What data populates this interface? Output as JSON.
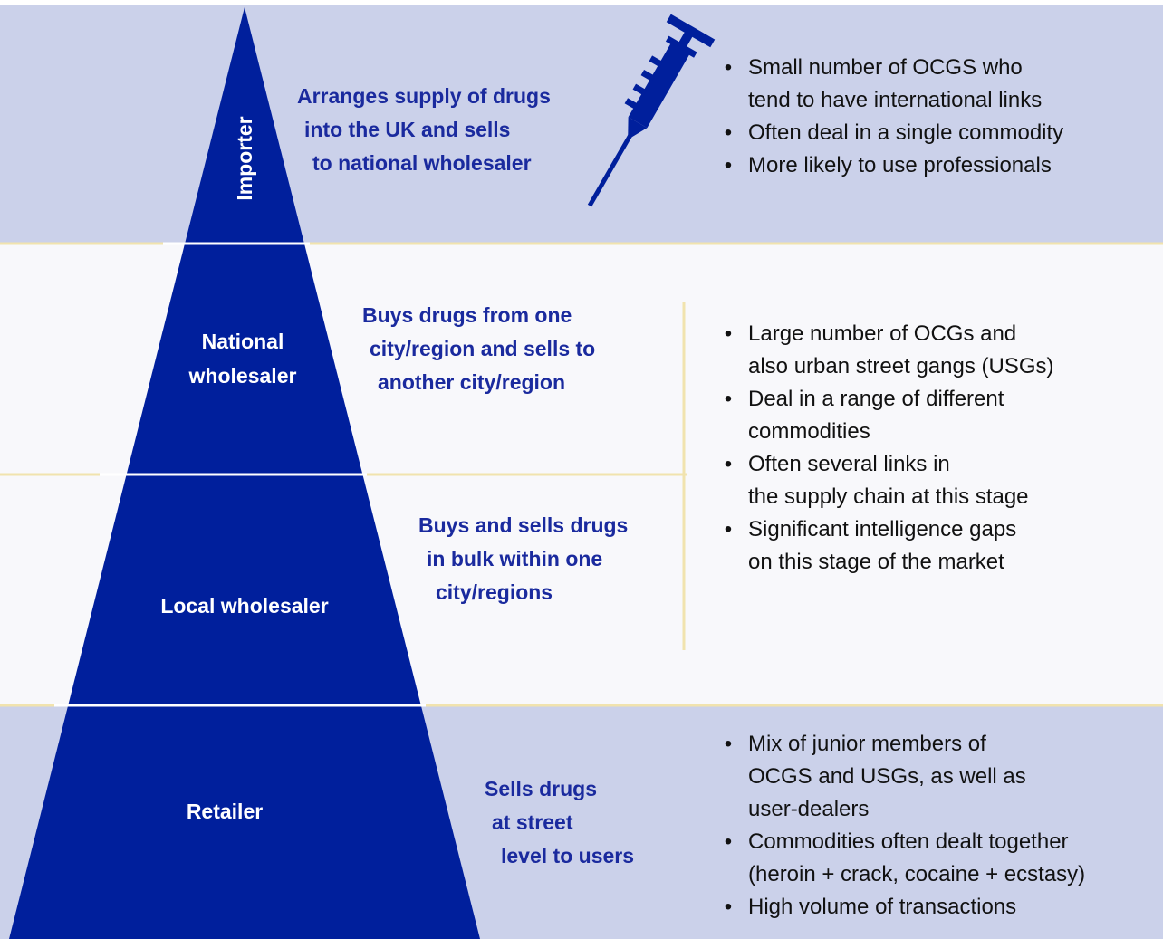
{
  "colors": {
    "pyramid": "#001f9c",
    "band_tinted": "#cbd1ea",
    "band_light": "#f8f8fb",
    "divider": "#f1e3ae",
    "accent_text": "#1a2a9e",
    "body_text": "#111111"
  },
  "icon": "syringe-icon",
  "tiers": [
    {
      "label_lines": [
        "Importer"
      ],
      "description_lines": [
        "Arranges supply of drugs",
        "into the UK and sells",
        "to national wholesaler"
      ]
    },
    {
      "label_lines": [
        "National",
        "wholesaler"
      ],
      "description_lines": [
        "Buys drugs from one",
        "city/region and sells to",
        "another city/region"
      ]
    },
    {
      "label_lines": [
        "Local wholesaler"
      ],
      "description_lines": [
        "Buys and sells drugs",
        "in bulk within one",
        "city/regions"
      ]
    },
    {
      "label_lines": [
        "Retailer"
      ],
      "description_lines": [
        "Sells drugs",
        "at street",
        "level to users"
      ]
    }
  ],
  "bullet_groups": [
    {
      "items": [
        [
          "Small number of OCGS who",
          "tend to have international links"
        ],
        [
          "Often deal in a single commodity"
        ],
        [
          "More likely to use professionals"
        ]
      ]
    },
    {
      "items": [
        [
          "Large number of OCGs and",
          "also urban street gangs (USGs)"
        ],
        [
          "Deal in a range of different",
          "commodities"
        ],
        [
          "Often several links in",
          "the supply chain at this stage"
        ],
        [
          "Significant intelligence gaps",
          "on this stage of the market"
        ]
      ]
    },
    {
      "items": [
        [
          "Mix of junior members of",
          "OCGS and USGs, as well as",
          "user-dealers"
        ],
        [
          "Commodities often dealt together",
          "(heroin + crack, cocaine + ecstasy)"
        ],
        [
          "High volume of transactions"
        ]
      ]
    }
  ]
}
